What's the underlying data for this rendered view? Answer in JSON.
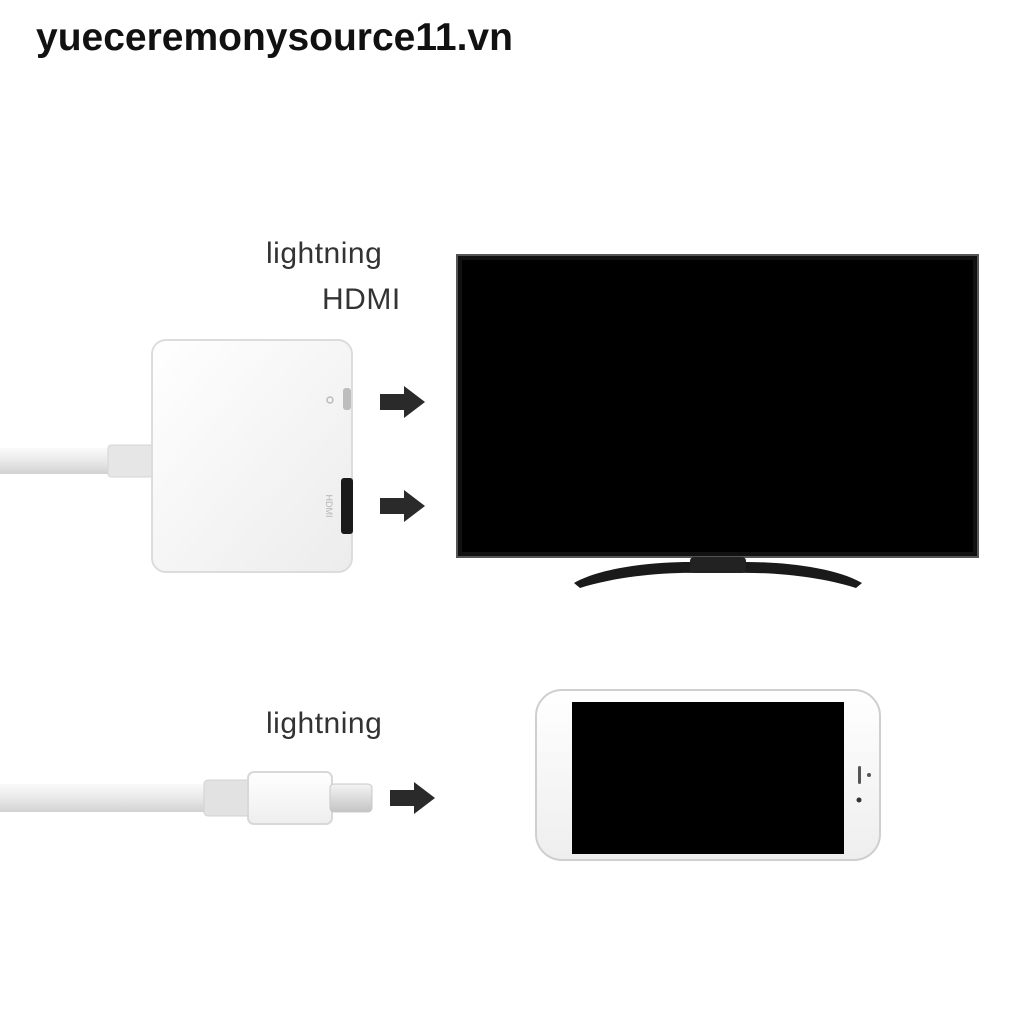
{
  "watermark": "yueceremonysource11.vn",
  "labels": {
    "top_lightning": "lightning",
    "top_hdmi": "HDMI",
    "bottom_lightning": "lightning"
  },
  "adapter": {
    "port_label": "HDMI"
  },
  "colors": {
    "screen": "#000000",
    "cable": "#f2f2f2",
    "arrow": "#2a2a2a",
    "device_body": "#ffffff"
  }
}
